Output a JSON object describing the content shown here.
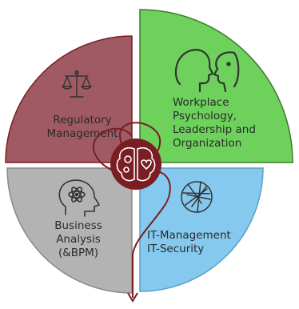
{
  "quadrants": {
    "regulatory": {
      "lines": [
        "Regulatory",
        "Management"
      ],
      "icon": "scales-of-justice-icon",
      "color": "#a05a64"
    },
    "workplace": {
      "lines": [
        "Workplace",
        "Psychology,",
        "Leadership and",
        "Organization"
      ],
      "icon": "two-faces-profile-icon",
      "color": "#6dd15b"
    },
    "business": {
      "lines": [
        "Business",
        "Analysis",
        "(&BPM)"
      ],
      "icon": "head-with-atom-icon",
      "color": "#b3b3b3"
    },
    "it": {
      "lines": [
        "IT-Management",
        "IT-Security"
      ],
      "icon": "camera-aperture-icon",
      "color": "#85c9ee"
    }
  },
  "center": {
    "icon": "brain-gears-heart-icon",
    "color": "#7a1e24"
  },
  "colors": {
    "outline": "#7a1e24",
    "text": "#2b2b2b",
    "icon_stroke": "#333333"
  }
}
